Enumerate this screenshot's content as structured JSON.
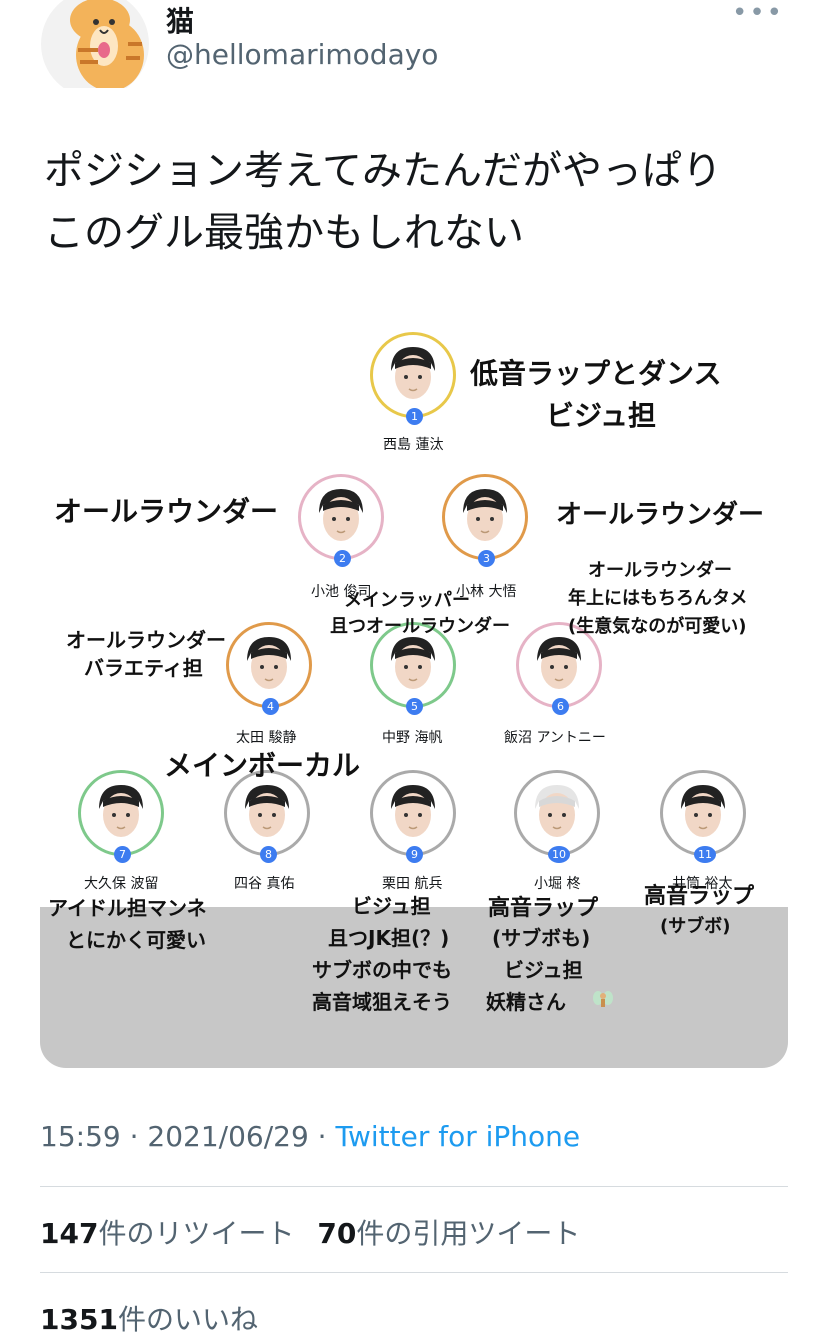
{
  "user": {
    "display_name": "猫",
    "handle": "@hellomarimodayo"
  },
  "more_label": "•••",
  "tweet": {
    "line1": "ポジション考えてみたんだがやっぱり",
    "line2": "このグル最強かもしれない"
  },
  "members": [
    {
      "num": "1",
      "name": "西島 蓮汰",
      "color": "#e8c84a"
    },
    {
      "num": "2",
      "name": "小池 俊司",
      "color": "#e6b3c6"
    },
    {
      "num": "3",
      "name": "小林 大悟",
      "color": "#e09a4a"
    },
    {
      "num": "4",
      "name": "太田 駿静",
      "color": "#e09a4a"
    },
    {
      "num": "5",
      "name": "中野 海帆",
      "color": "#7ec98b"
    },
    {
      "num": "6",
      "name": "飯沼 アントニー",
      "color": "#e6b3c6"
    },
    {
      "num": "7",
      "name": "大久保 波留",
      "color": "#7ec98b"
    },
    {
      "num": "8",
      "name": "四谷 真佑",
      "color": "#aaaaaa"
    },
    {
      "num": "9",
      "name": "栗田 航兵",
      "color": "#aaaaaa"
    },
    {
      "num": "10",
      "name": "小堀 柊",
      "color": "#aaaaaa"
    },
    {
      "num": "11",
      "name": "井筒 裕太",
      "color": "#aaaaaa"
    }
  ],
  "labels": {
    "l1a": "低音ラップとダンス",
    "l1b": "ビジュ担",
    "l2": "オールラウンダー",
    "l3": "オールラウンダー",
    "l3b": "オールラウンダー",
    "l3c": "年上にはもちろんタメ",
    "l3d": "(生意気なのが可愛い)",
    "l4a": "オールラウンダー",
    "l4b": "バラエティ担",
    "l5a": "メインラッパー",
    "l5b": "且つオールラウンダー",
    "l6": "メインボーカル",
    "l7a": "アイドル担マンネ",
    "l7b": "とにかく可愛い",
    "l9a": "ビジュ担",
    "l9b": "且つJK担(？)",
    "l9c": "サブボの中でも",
    "l9d": "高音域狙えそう",
    "l10a": "高音ラップ",
    "l10b": "(サブボも)",
    "l10c": "ビジュ担",
    "l10d": "妖精さん",
    "l11a": "高音ラップ",
    "l11b": "(サブボ)"
  },
  "footer": {
    "time": "15:59 · 2021/06/29 · ",
    "source": "Twitter for iPhone"
  },
  "stats": {
    "retweets": "147",
    "retweets_label": "件のリツイート",
    "quotes": "70",
    "quotes_label": "件の引用ツイート",
    "likes": "1351",
    "likes_label": "件のいいね"
  }
}
